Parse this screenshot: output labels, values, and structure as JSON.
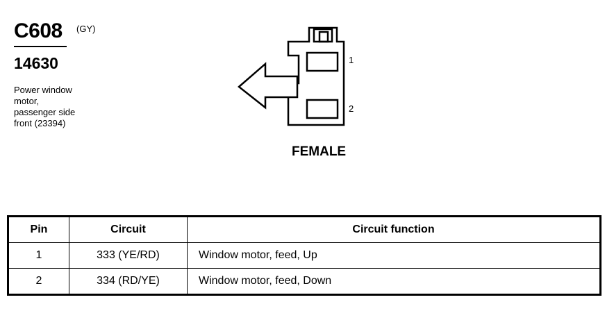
{
  "connector": {
    "id": "C608",
    "color_code": "(GY)",
    "part_number": "14630",
    "description_lines": [
      "Power window",
      "motor,",
      "passenger side",
      "front (23394)"
    ]
  },
  "diagram": {
    "pin_labels": [
      "1",
      "2"
    ],
    "gender": "FEMALE"
  },
  "table": {
    "headers": [
      "Pin",
      "Circuit",
      "Circuit function"
    ],
    "rows": [
      [
        "1",
        "333 (YE/RD)",
        "Window motor, feed, Up"
      ],
      [
        "2",
        "334 (RD/YE)",
        "Window motor, feed, Down"
      ]
    ]
  }
}
